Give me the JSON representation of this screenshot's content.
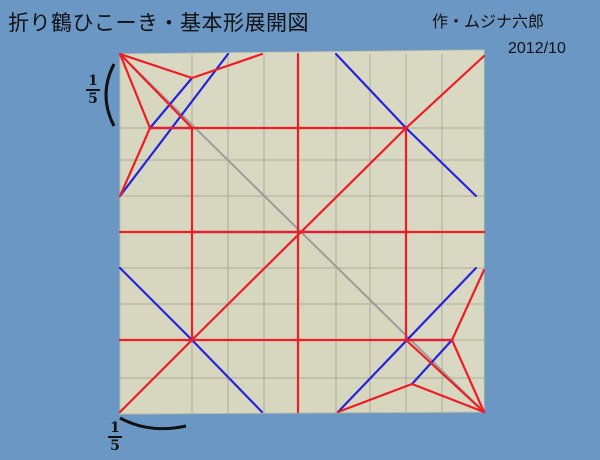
{
  "header": {
    "title": "折り鶴ひこーき・基本形展開図",
    "author": "作・ムジナ六郎",
    "date": "2012/10"
  },
  "annotations": {
    "left_fraction": {
      "numerator": "1",
      "denominator": "5"
    },
    "bottom_fraction": {
      "numerator": "1",
      "denominator": "5"
    }
  },
  "colors": {
    "background": "#6a97c4",
    "paper": "#d7d7c0",
    "mountain_fold": "#ef1c24",
    "valley_fold": "#2323e0",
    "crease": "#aaaa98"
  }
}
